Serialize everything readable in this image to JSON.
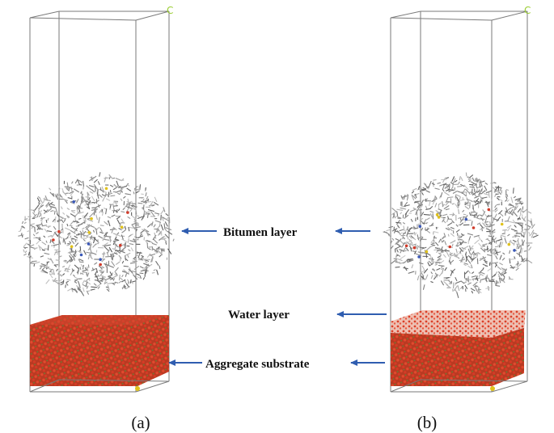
{
  "labels": {
    "bitumen": "Bitumen layer",
    "water": "Water layer",
    "aggregate": "Aggregate substrate"
  },
  "captions": {
    "a": "(a)",
    "b": "(b)"
  },
  "axis_marker": "C",
  "colors": {
    "arrow": "#2f5db0",
    "bitumen": "#8f8f8f",
    "substrate_oxygen": "#c8321f",
    "substrate_silicon": "#3f8f35",
    "water": "#d9402a",
    "axis_marker": "#9acd32",
    "origin_marker": "#e0c21c"
  }
}
